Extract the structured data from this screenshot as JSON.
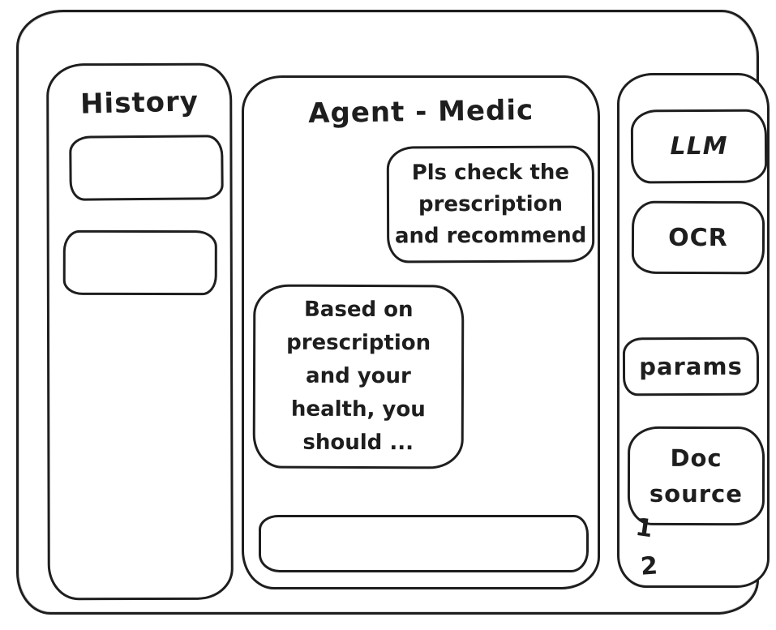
{
  "app": {
    "stroke_color": "#1e1e1e",
    "background_color": "#ffffff"
  },
  "history_panel": {
    "title": "History",
    "items": [
      {
        "label": ""
      },
      {
        "label": ""
      }
    ]
  },
  "chat_panel": {
    "title": "Agent - Medic",
    "messages": [
      {
        "role": "user",
        "text": "Pls check the\nprescription\nand recommend"
      },
      {
        "role": "assistant",
        "text": "Based on\nprescription\nand your\nhealth, you\nshould ..."
      }
    ],
    "input": {
      "value": "",
      "placeholder": ""
    }
  },
  "tools_panel": {
    "buttons": [
      {
        "label": "LLM"
      },
      {
        "label": "OCR"
      },
      {
        "label": "params"
      },
      {
        "label": "Doc\nsource"
      }
    ],
    "doc_source_items": [
      "1",
      "2"
    ]
  }
}
